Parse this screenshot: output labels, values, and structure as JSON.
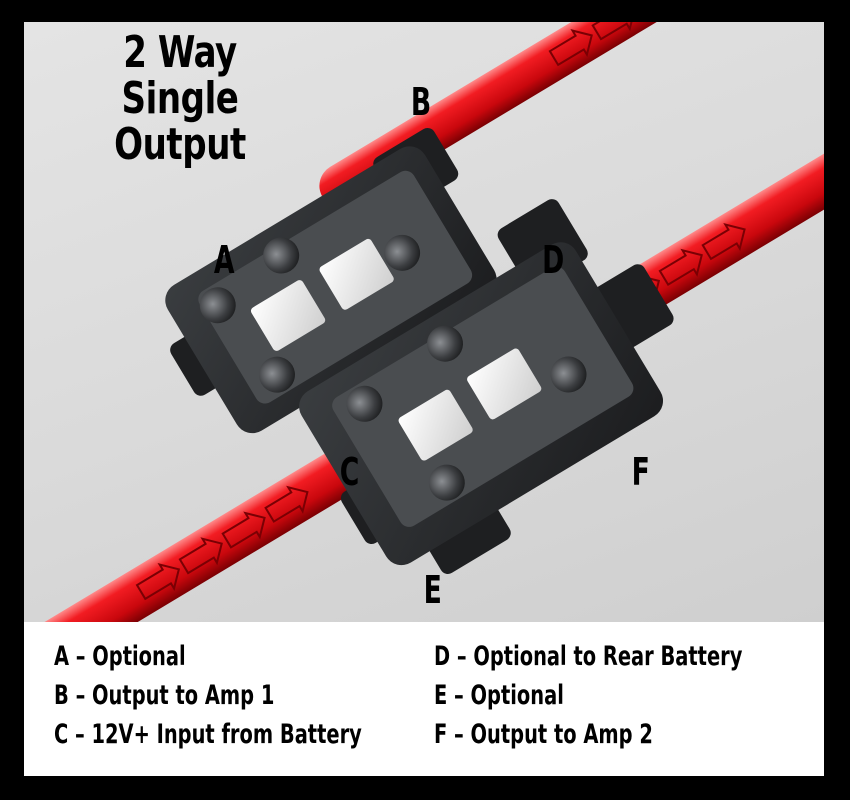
{
  "title": {
    "line1": "2 Way",
    "line2": "Single Output"
  },
  "labels": {
    "a": "A",
    "b": "B",
    "c": "C",
    "d": "D",
    "e": "E",
    "f": "F"
  },
  "legend": {
    "left": [
      "A – Optional",
      "B – Output to Amp 1",
      "C – 12V+ Input from Battery"
    ],
    "right": [
      "D – Optional to Rear Battery",
      "E – Optional",
      "F – Output to Amp 2"
    ]
  },
  "colors": {
    "cable": "#e0141a",
    "cable_highlight": "#ff6a6a",
    "housing": "#2b2d2f",
    "fuse": "#f2f2f2",
    "background": "#dcdcdc",
    "frame": "#000000"
  }
}
